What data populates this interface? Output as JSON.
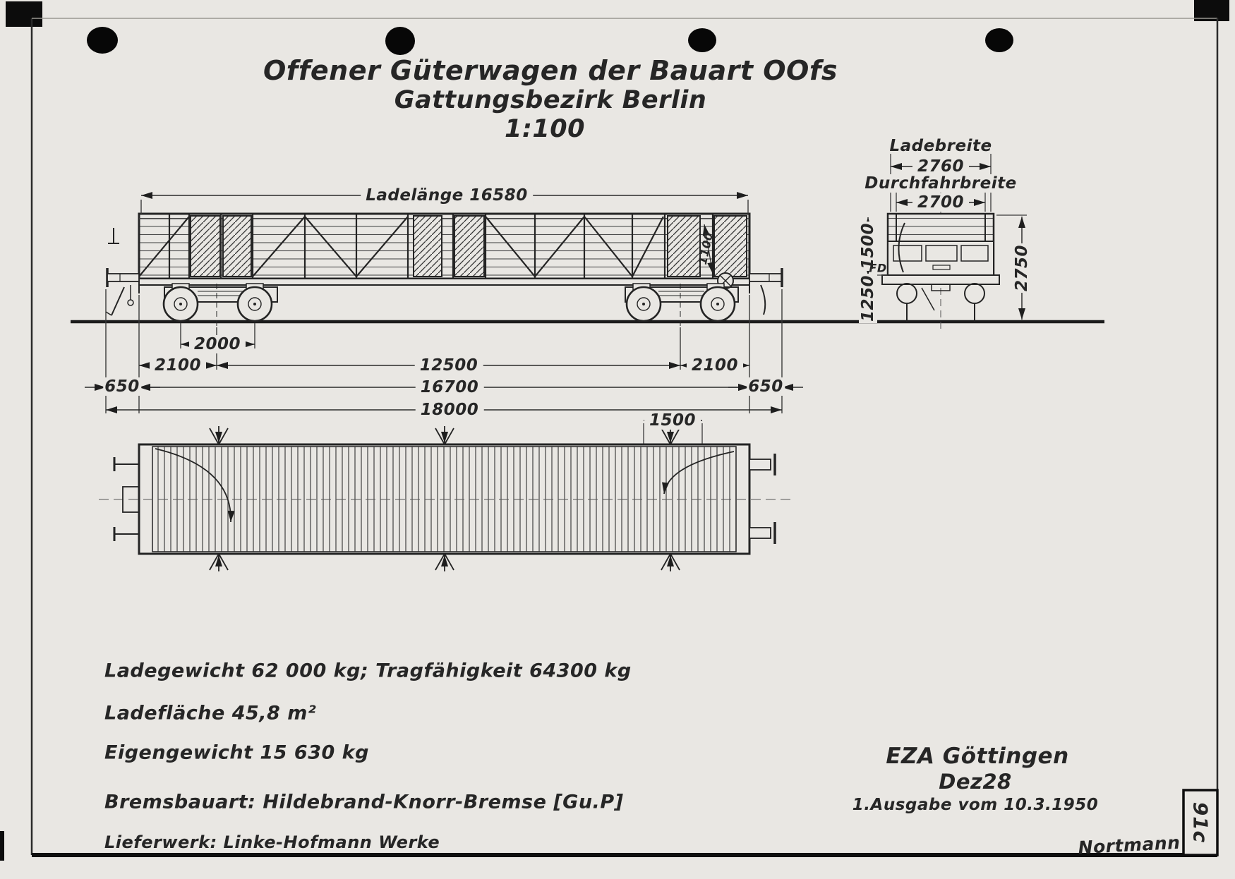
{
  "title": {
    "line1": "Offener Güterwagen der Bauart OOfs",
    "line2": "Gattungsbezirk Berlin",
    "scale": "1:100"
  },
  "side_view": {
    "load_length": "Ladelänge 16580",
    "door_height_note": "1100",
    "dim_bogie_wheelbase": "2000",
    "dim_overhang_left": "2100",
    "dim_bogie_centers": "12500",
    "dim_overhang_right": "2100",
    "dim_buffer_left": "650",
    "dim_length_headstocks": "16700",
    "dim_buffer_right": "650",
    "dim_length_buffers": "18000"
  },
  "end_view": {
    "label_load_width": "Ladebreite",
    "dim_load_width": "2760",
    "label_through_width": "Durchfahrbreite",
    "dim_through_width": "2700",
    "dim_height": "2750",
    "dim_upper": "1500",
    "dim_lower": "1250",
    "label_floor": "FD"
  },
  "top_view": {
    "dim_door_width": "1500"
  },
  "specs": {
    "weights": "Ladegewicht 62 000 kg; Tragfähigkeit 64300 kg",
    "area": "Ladefläche 45,8 m²",
    "tare": "Eigengewicht 15 630 kg",
    "brake": "Bremsbauart: Hildebrand-Knorr-Bremse [Gu.P]",
    "supplier": "Lieferwerk: Linke-Hofmann Werke"
  },
  "title_block": {
    "office": "EZA Göttingen",
    "date": "Dez28",
    "edition": "1.Ausgabe vom 10.3.1950",
    "signature": "Nortmann",
    "sheet_number": "91c"
  }
}
